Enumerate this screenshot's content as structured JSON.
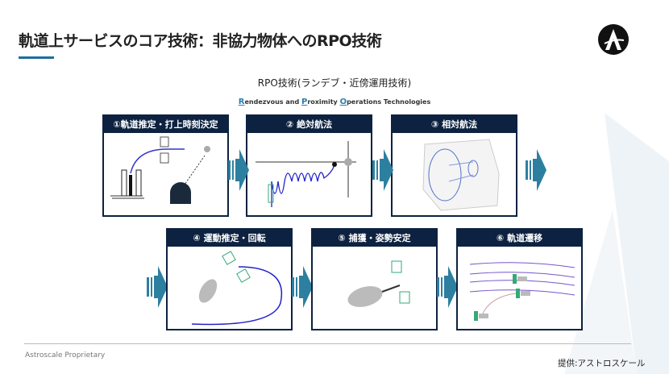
{
  "title": "軌道上サービスのコア技術：非協力物体へのRPO技術",
  "subtitle": "RPO技術(ランデブ・近傍運用技術)",
  "english": {
    "r": "R",
    "rest1": "endezvous and ",
    "p": "P",
    "rest2": "roximity ",
    "o": "O",
    "rest3": "perations Technologies"
  },
  "steps": [
    {
      "label": "①軌道推定・打上時刻決定"
    },
    {
      "label": "② 絶対航法"
    },
    {
      "label": "③ 相対航法"
    },
    {
      "label": "④ 運動推定・回転"
    },
    {
      "label": "⑤ 捕獲・姿勢安定"
    },
    {
      "label": "⑥ 軌道遷移"
    }
  ],
  "footer": {
    "proprietary": "Astroscale Proprietary",
    "credit": "提供:アストロスケール"
  },
  "colors": {
    "header": "#0d2240",
    "arrow": "#2d7fa0",
    "accent": "#1f6e9c"
  }
}
